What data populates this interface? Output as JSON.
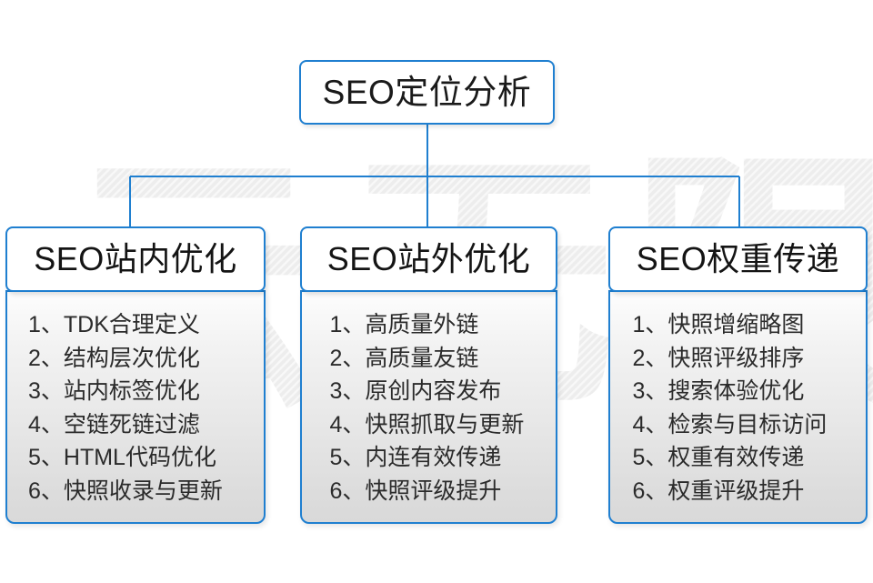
{
  "watermark": {
    "text": "云无限",
    "color": "#ececec"
  },
  "theme": {
    "accent": "#1f7fd0",
    "box_fill": "#ffffff",
    "panel_gradient_top": "#fdfdfd",
    "panel_gradient_bottom": "#d9d9d9",
    "text_color": "#1a1a1a"
  },
  "root": {
    "title": "SEO定位分析"
  },
  "columns": [
    {
      "header": "SEO站内优化",
      "items": [
        "1、TDK合理定义",
        "2、结构层次优化",
        "3、站内标签优化",
        "4、空链死链过滤",
        "5、HTML代码优化",
        "6、快照收录与更新"
      ]
    },
    {
      "header": "SEO站外优化",
      "items": [
        "1、高质量外链",
        "2、高质量友链",
        "3、原创内容发布",
        "4、快照抓取与更新",
        "5、内连有效传递",
        "6、快照评级提升"
      ]
    },
    {
      "header": "SEO权重传递",
      "items": [
        "1、快照增缩略图",
        "2、快照评级排序",
        "3、搜索体验优化",
        "4、检索与目标访问",
        "5、权重有效传递",
        "6、权重评级提升"
      ]
    }
  ]
}
